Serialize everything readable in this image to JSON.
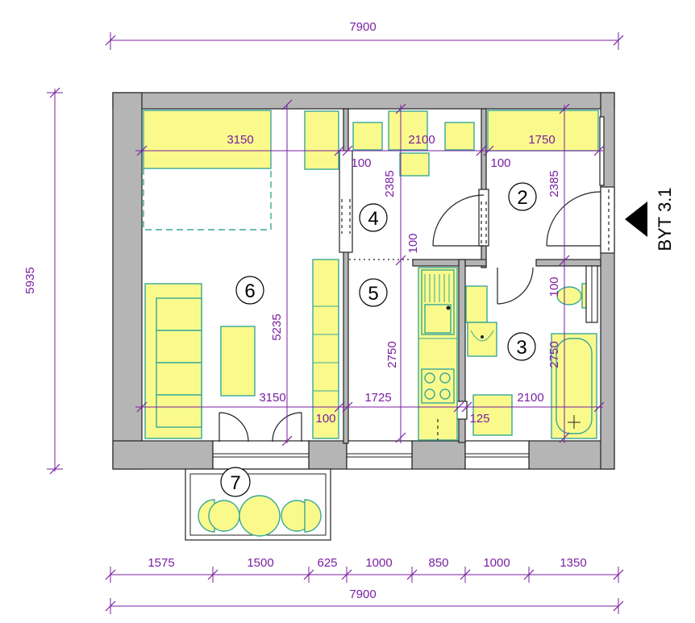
{
  "plan": {
    "title": "BYT 3.1",
    "overall_width_top": "7900",
    "overall_width_bottom": "7900",
    "overall_height": "5935",
    "bottom_segments": [
      "1575",
      "1500",
      "625",
      "1000",
      "850",
      "1000",
      "1350"
    ],
    "rooms": [
      {
        "number": "2"
      },
      {
        "number": "3"
      },
      {
        "number": "4"
      },
      {
        "number": "5"
      },
      {
        "number": "6"
      },
      {
        "number": "7"
      }
    ],
    "inner_dims": {
      "room6_width_top": "3150",
      "room4_width_top": "2100",
      "room2_width_top": "1750",
      "wall_100_a": "100",
      "wall_100_b": "100",
      "room4_height": "2385",
      "room2_height": "2385",
      "wall_100_vertical": "100",
      "bath_wall_100": "100",
      "room6_height": "5235",
      "room5_height": "2750",
      "room3_height": "2750",
      "room6_width_bottom": "3150",
      "room5_width_bottom": "1725",
      "room3_width_bottom": "2100",
      "wall_100_c": "100",
      "wall_125": "125"
    }
  }
}
